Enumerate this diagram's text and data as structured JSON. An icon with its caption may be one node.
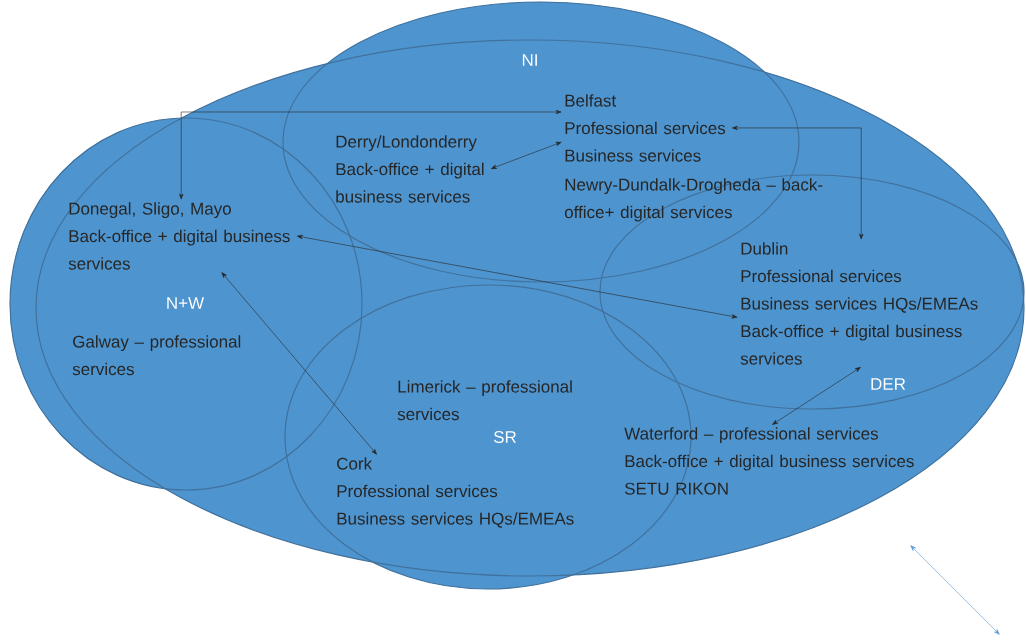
{
  "diagram": {
    "nodes": [
      {
        "text": [],
        "shape": "ellipse"
      },
      {
        "text": [
          "NI"
        ]
      },
      {
        "text": [
          "N+W"
        ]
      },
      {
        "text": [
          "DER"
        ],
        "in": 0
      },
      {
        "text": [
          "SR"
        ],
        "in": 0
      },
      {
        "text": [
          "Belfast",
          "Professional services",
          "Business services"
        ],
        "in": 1
      },
      {
        "text": [
          "Derry/Londonderry",
          "Back-office + digital business services"
        ],
        "in": 1
      },
      {
        "text": [
          "Donegal, Sligo, Mayo",
          "Back-office + digital business services"
        ],
        "in": 2
      },
      {
        "text": [
          "Dublin",
          "Professional services",
          "Business services HQs/EMEAs",
          "Back-office + digital business services"
        ],
        "in": 3
      },
      {
        "text": [
          "Waterford – professional services",
          "Back-office + digital business services",
          "SETU RIKON"
        ],
        "in": 0
      },
      {
        "text": [
          "Cork",
          "Professional services",
          "Business services HQs/EMEAs"
        ],
        "in": 4
      }
    ],
    "edges": [
      {
        "from": 7,
        "to": 5,
        "arrow": "both"
      },
      {
        "from": 6,
        "to": 5,
        "arrow": "both"
      },
      {
        "from": 7,
        "to": 8,
        "arrow": "both"
      },
      {
        "from": 5,
        "to": 8,
        "arrow": "both"
      },
      {
        "from": 7,
        "to": 10,
        "arrow": "both"
      },
      {
        "from": 8,
        "to": 9,
        "arrow": "both"
      }
    ],
    "labels": [
      "Newry-Dundalk-Drogheda – back-office+ digital services",
      "Galway – professional services",
      "Limerick – professional services"
    ]
  }
}
